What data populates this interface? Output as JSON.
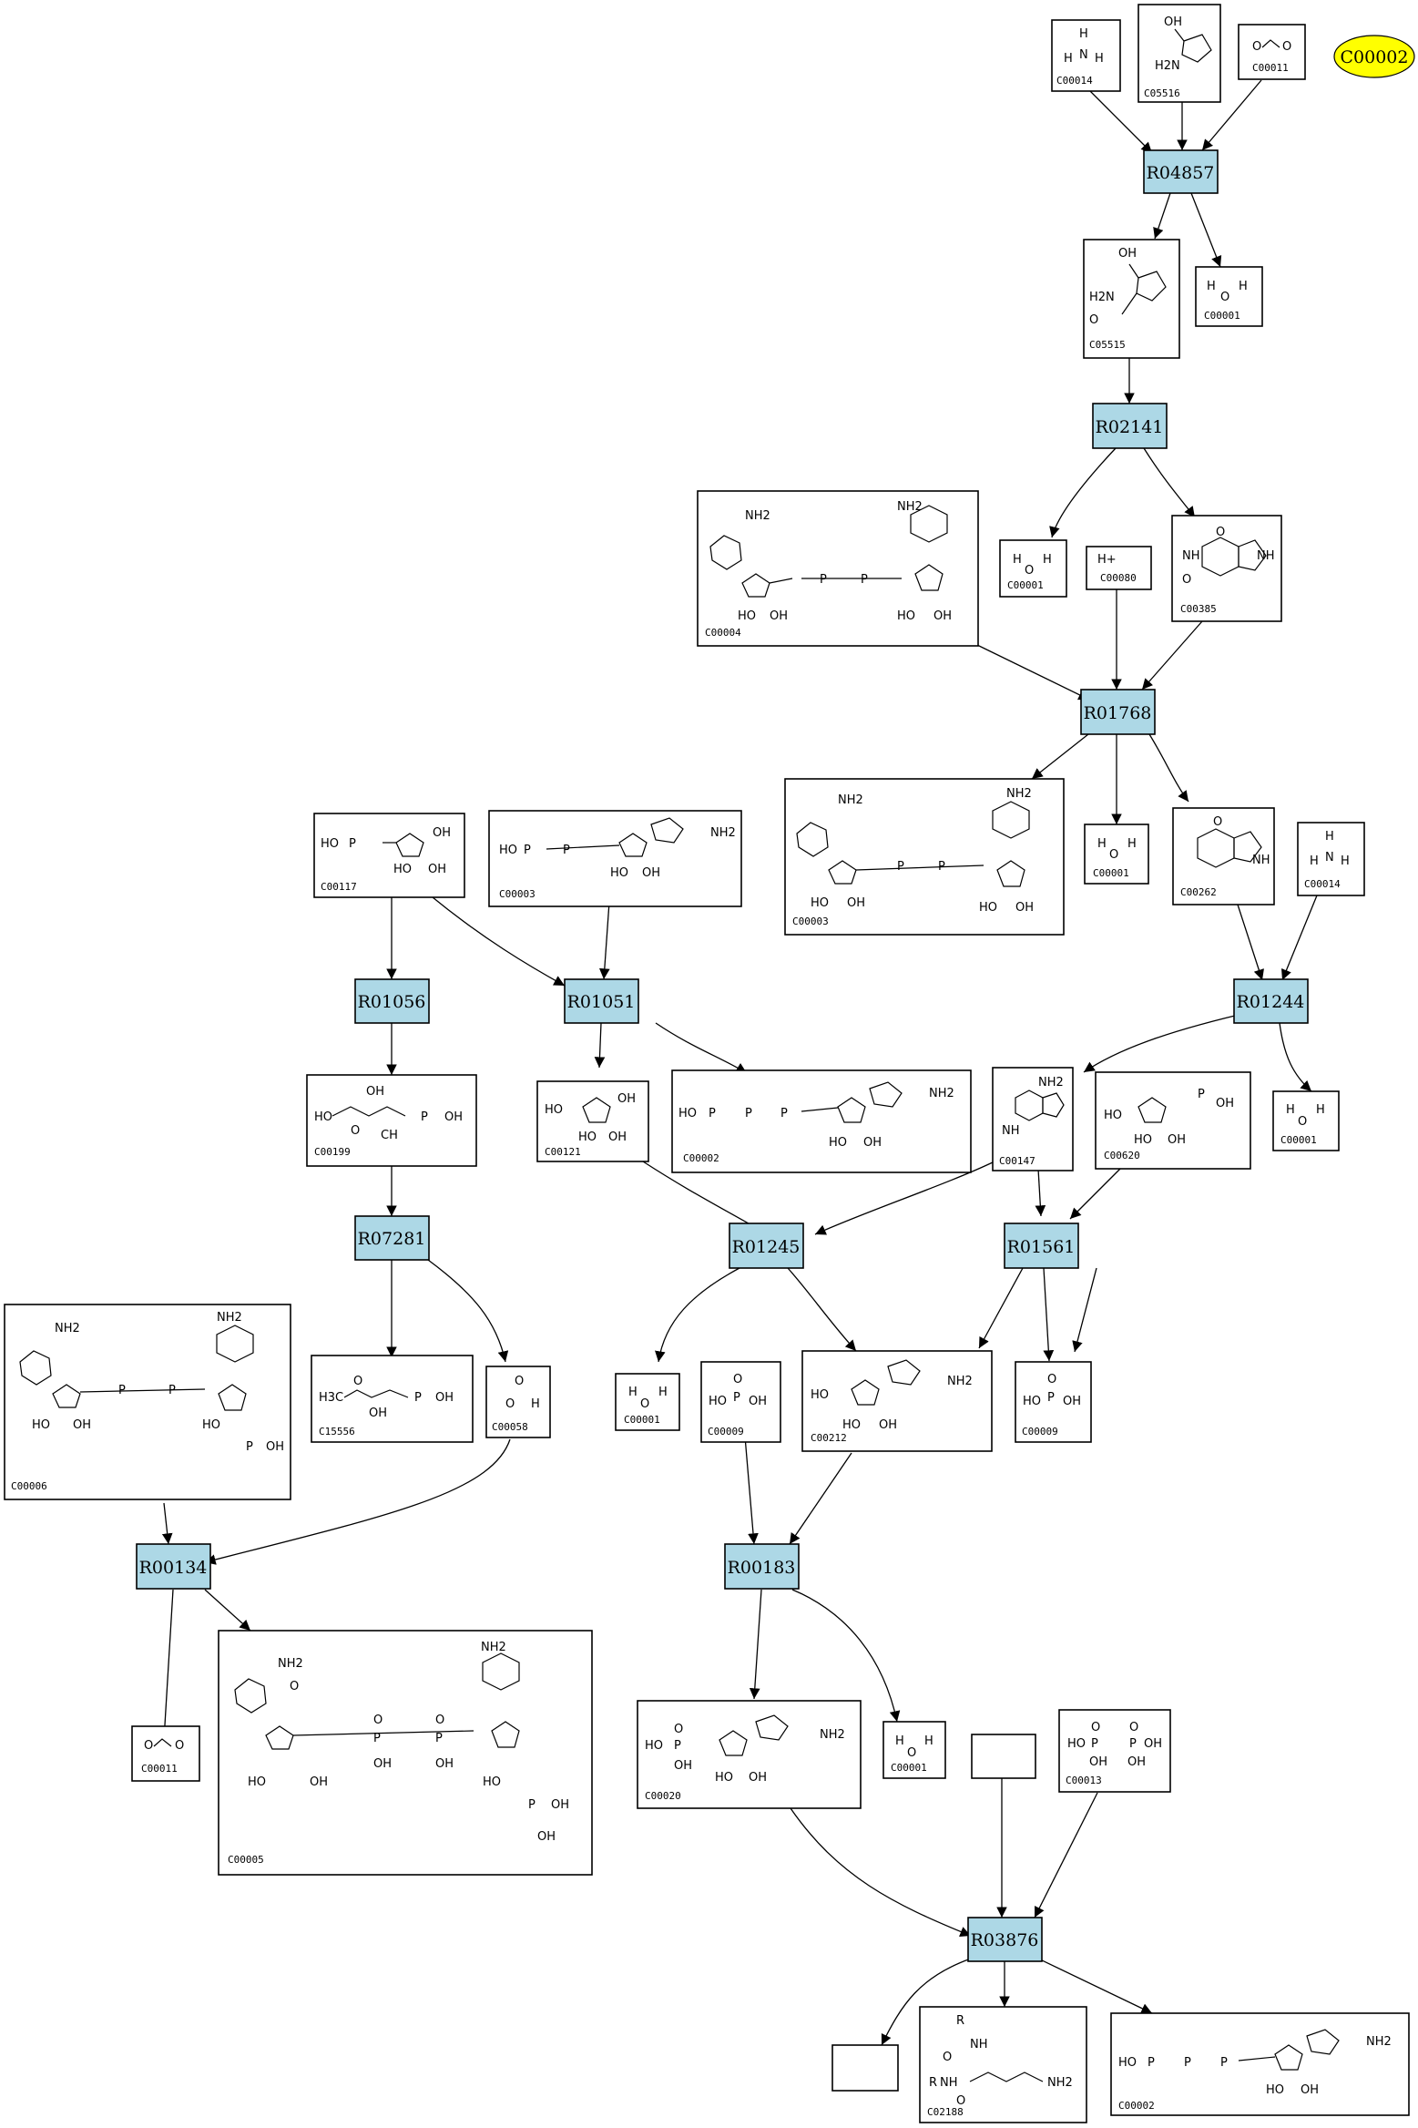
{
  "selected_compound": "C00002",
  "colors": {
    "reaction_fill": "#add8e6",
    "selected_fill": "#ffff00"
  },
  "reactions": [
    {
      "id": "R04857",
      "label": "R04857"
    },
    {
      "id": "R02141",
      "label": "R02141"
    },
    {
      "id": "R01768",
      "label": "R01768"
    },
    {
      "id": "R01056",
      "label": "R01056"
    },
    {
      "id": "R01051",
      "label": "R01051"
    },
    {
      "id": "R01244",
      "label": "R01244"
    },
    {
      "id": "R07281",
      "label": "R07281"
    },
    {
      "id": "R01245",
      "label": "R01245"
    },
    {
      "id": "R01561",
      "label": "R01561"
    },
    {
      "id": "R00134",
      "label": "R00134"
    },
    {
      "id": "R00183",
      "label": "R00183"
    },
    {
      "id": "R03876",
      "label": "R03876"
    }
  ],
  "compounds": [
    {
      "key": "c00014_top",
      "label": "C00014"
    },
    {
      "key": "c05516",
      "label": "C05516"
    },
    {
      "key": "c00011_top",
      "label": "C00011"
    },
    {
      "key": "c05515",
      "label": "C05515"
    },
    {
      "key": "c00001_a",
      "label": "C00001"
    },
    {
      "key": "c00004",
      "label": "C00004"
    },
    {
      "key": "c00001_b",
      "label": "C00001"
    },
    {
      "key": "c00080",
      "label": "C00080"
    },
    {
      "key": "c00385",
      "label": "C00385"
    },
    {
      "key": "c00003_a",
      "label": "C00003"
    },
    {
      "key": "c00001_c",
      "label": "C00001"
    },
    {
      "key": "c00262",
      "label": "C00262"
    },
    {
      "key": "c00014_b",
      "label": "C00014"
    },
    {
      "key": "c00117",
      "label": "C00117"
    },
    {
      "key": "c00003_b",
      "label": "C00003"
    },
    {
      "key": "c00199",
      "label": "C00199"
    },
    {
      "key": "c00121",
      "label": "C00121"
    },
    {
      "key": "c00002_a",
      "label": "C00002"
    },
    {
      "key": "c00147",
      "label": "C00147"
    },
    {
      "key": "c00620",
      "label": "C00620"
    },
    {
      "key": "c00001_d",
      "label": "C00001"
    },
    {
      "key": "c00006",
      "label": "C00006"
    },
    {
      "key": "c15556",
      "label": "C15556"
    },
    {
      "key": "c00058",
      "label": "C00058"
    },
    {
      "key": "c00001_e",
      "label": "C00001"
    },
    {
      "key": "c00009_a",
      "label": "C00009"
    },
    {
      "key": "c00212",
      "label": "C00212"
    },
    {
      "key": "c00009_b",
      "label": "C00009"
    },
    {
      "key": "c00011_b",
      "label": "C00011"
    },
    {
      "key": "c00005",
      "label": "C00005"
    },
    {
      "key": "c00020",
      "label": "C00020"
    },
    {
      "key": "c00001_f",
      "label": "C00001"
    },
    {
      "key": "c00013",
      "label": "C00013"
    },
    {
      "key": "c02188",
      "label": "C02188"
    },
    {
      "key": "c00002_b",
      "label": "C00002"
    }
  ],
  "atoms": {
    "nh2": "NH2",
    "nh": "NH",
    "n": "N",
    "oh": "OH",
    "ho": "HO",
    "o": "O",
    "p": "P",
    "h": "H",
    "hplus": "H+",
    "r": "R",
    "h3c": "H3C",
    "ch": "CH",
    "h2n": "H2N"
  }
}
